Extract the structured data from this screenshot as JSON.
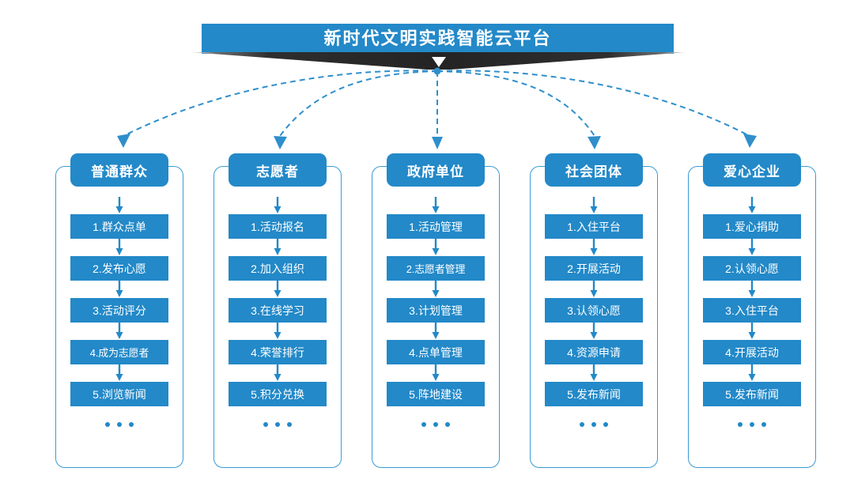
{
  "header": {
    "title": "新时代文明实践智能云平台",
    "banner_color": "#2389c8",
    "ribbon_color": "#2f2f2f",
    "chevron_icon": "chevron-down-icon"
  },
  "theme": {
    "accent": "#2389c8",
    "outline": "#3a9bd4",
    "connector": "#2f8fcc",
    "text_on_accent": "#ffffff"
  },
  "connectors": {
    "style": "dashed",
    "origin_label": "platform-hub",
    "count": 5
  },
  "columns": [
    {
      "title": "普通群众",
      "items": [
        "1.群众点单",
        "2.发布心愿",
        "3.活动评分",
        "4.成为志愿者",
        "5.浏览新闻"
      ],
      "more": "…"
    },
    {
      "title": "志愿者",
      "items": [
        "1.活动报名",
        "2.加入组织",
        "3.在线学习",
        "4.荣誉排行",
        "5.积分兑换"
      ],
      "more": "…"
    },
    {
      "title": "政府单位",
      "items": [
        "1.活动管理",
        "2.志愿者管理",
        "3.计划管理",
        "4.点单管理",
        "5.阵地建设"
      ],
      "more": "…"
    },
    {
      "title": "社会团体",
      "items": [
        "1.入住平台",
        "2.开展活动",
        "3.认领心愿",
        "4.资源申请",
        "5.发布新闻"
      ],
      "more": "…"
    },
    {
      "title": "爱心企业",
      "items": [
        "1.爱心捐助",
        "2.认领心愿",
        "3.入住平台",
        "4.开展活动",
        "5.发布新闻"
      ],
      "more": "…"
    }
  ]
}
